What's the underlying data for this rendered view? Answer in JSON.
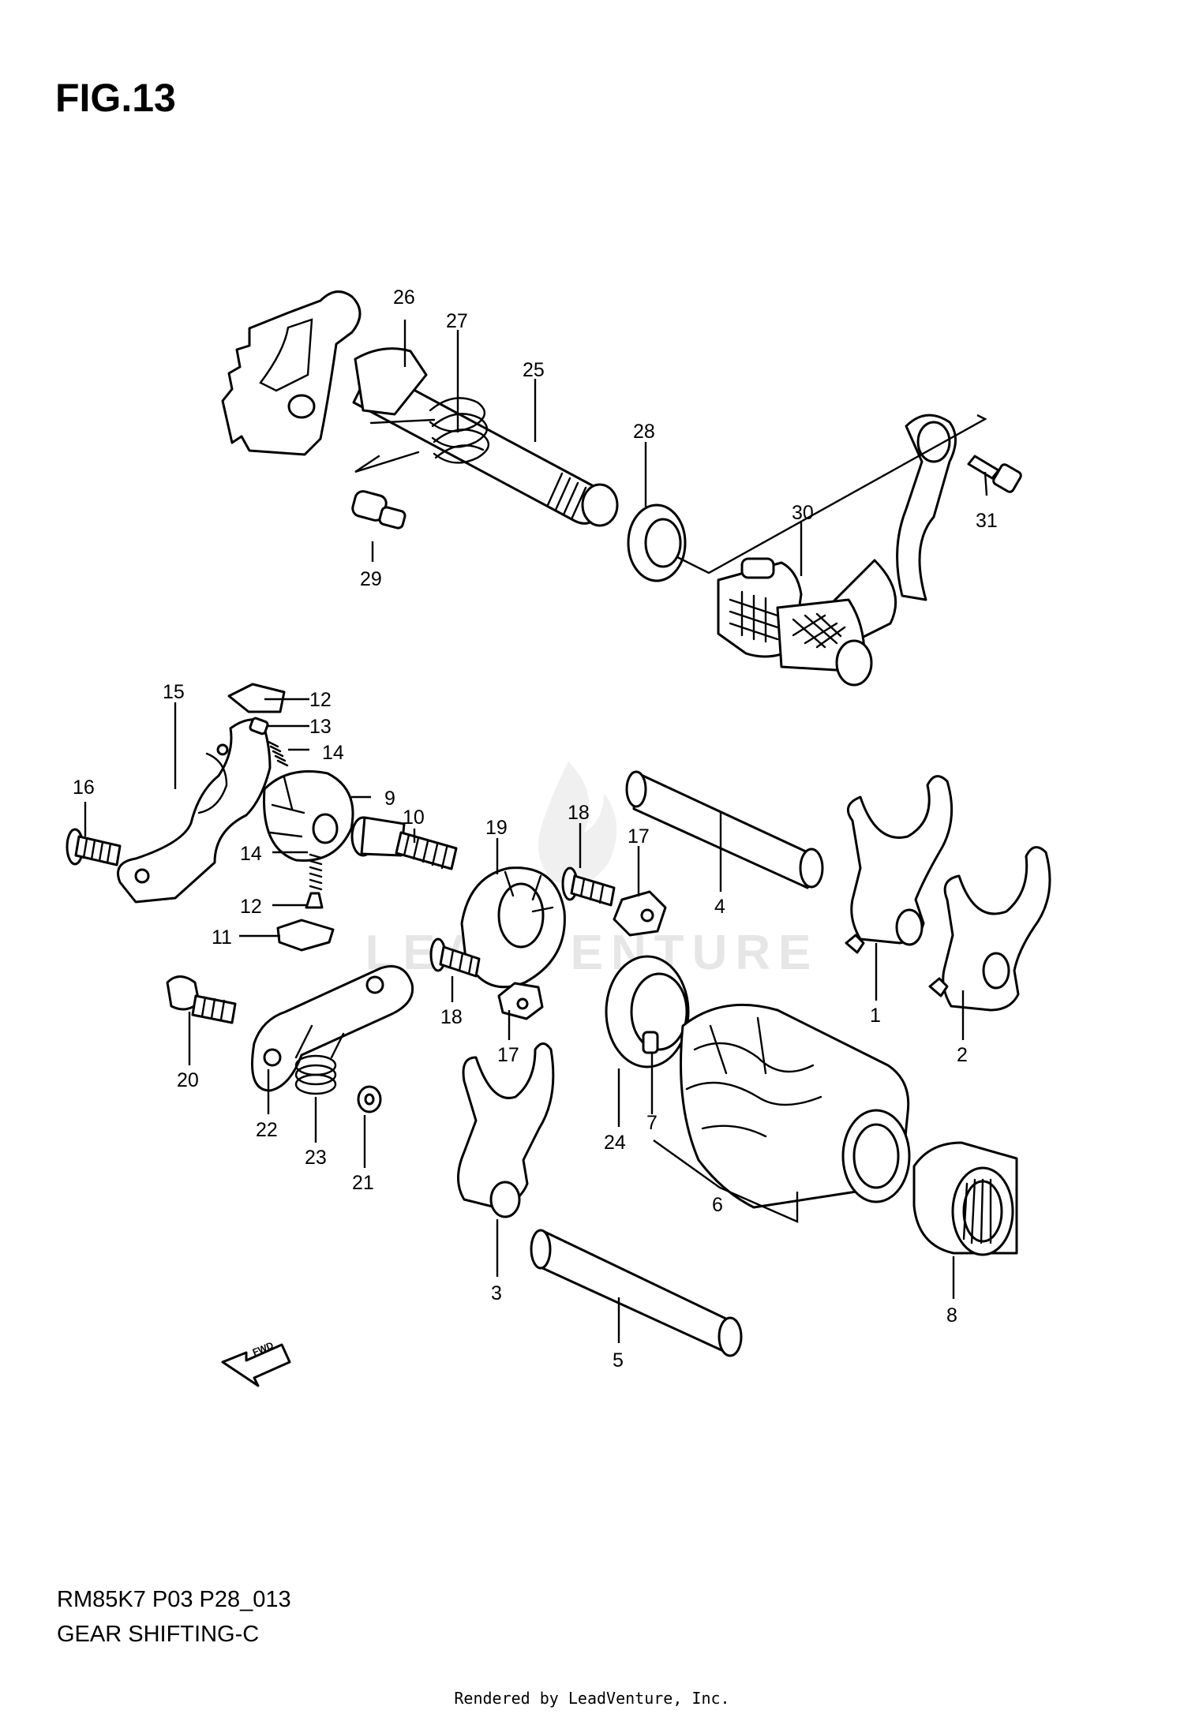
{
  "figure": {
    "title": "FIG.13",
    "code": "RM85K7 P03 P28_013",
    "caption": "GEAR SHIFTING-C",
    "rendered_by": "Rendered by LeadVenture, Inc.",
    "watermark": "LEADVENTURE",
    "fwd_label": "FWD"
  },
  "callouts": [
    "26",
    "27",
    "25",
    "28",
    "30",
    "31",
    "29",
    "15",
    "12",
    "13",
    "14",
    "9",
    "10",
    "19",
    "18",
    "17",
    "4",
    "16",
    "14",
    "12",
    "11",
    "18",
    "17",
    "1",
    "2",
    "20",
    "22",
    "23",
    "21",
    "24",
    "7",
    "6",
    "3",
    "8",
    "5"
  ]
}
